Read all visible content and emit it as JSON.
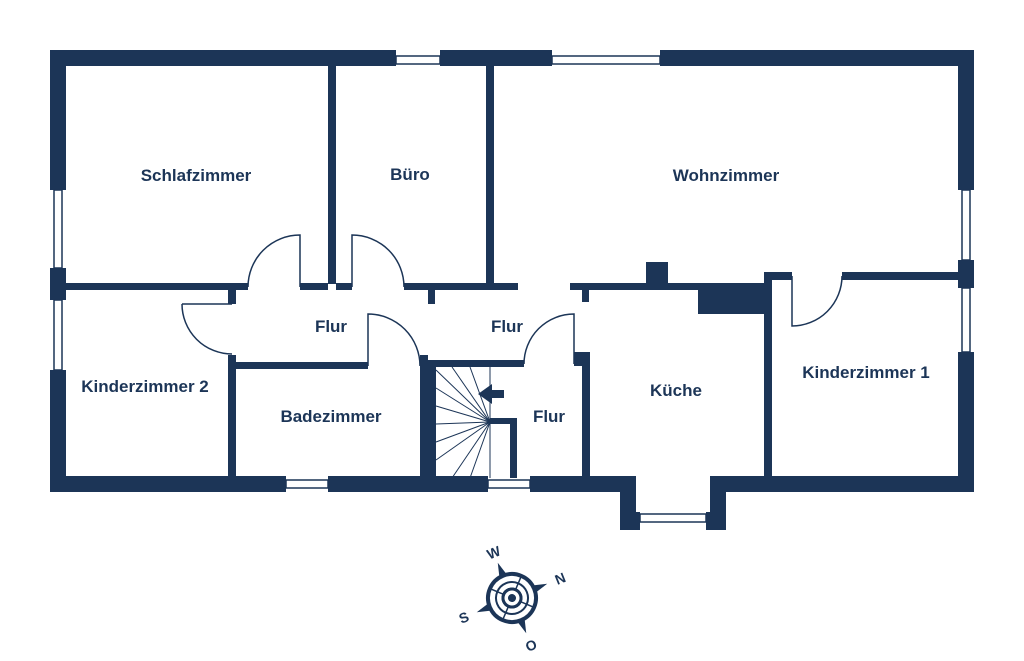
{
  "colors": {
    "wall": "#1c3557",
    "window": "#ffffff",
    "background": "#ffffff"
  },
  "rooms": {
    "schlafzimmer": "Schlafzimmer",
    "buero": "Büro",
    "wohnzimmer": "Wohnzimmer",
    "flur_west": "Flur",
    "flur_center": "Flur",
    "flur_stair": "Flur",
    "kinderzimmer2": "Kinderzimmer 2",
    "badezimmer": "Badezimmer",
    "kueche": "Küche",
    "kinderzimmer1": "Kinderzimmer 1"
  },
  "compass": {
    "west": "W",
    "north": "N",
    "south": "S",
    "east": "O"
  },
  "icons": {
    "stair_arrow": "arrow-left-icon",
    "compass": "compass-rose-icon"
  }
}
